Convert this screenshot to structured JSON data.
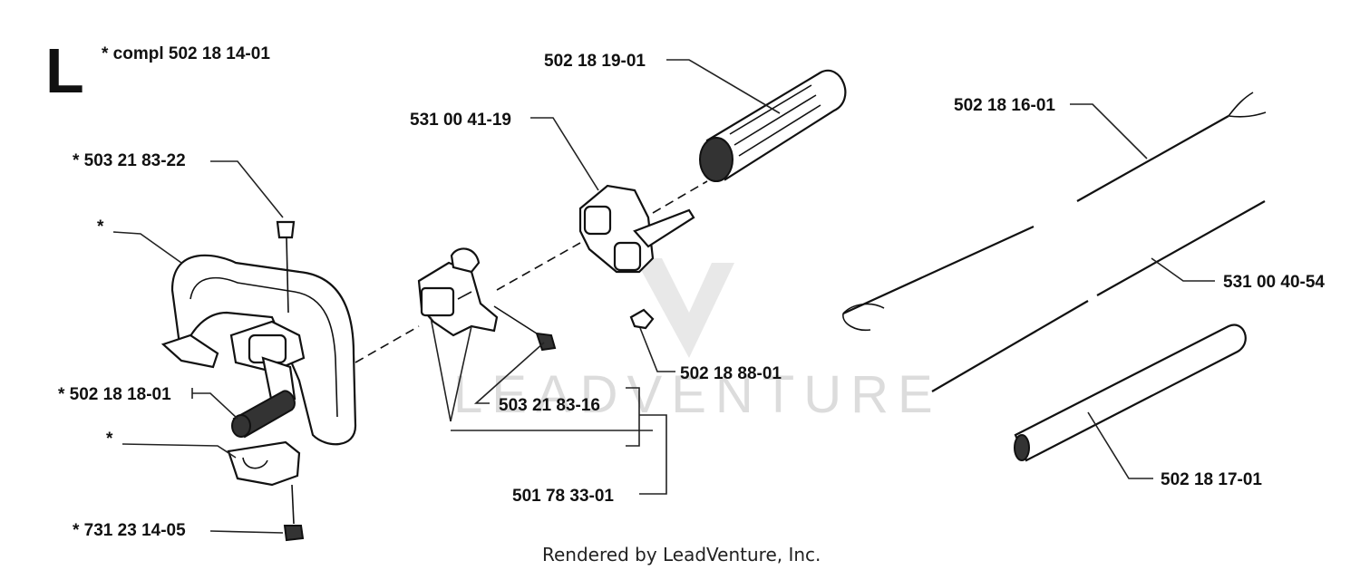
{
  "section_letter": "L",
  "footer": "Rendered by LeadVenture, Inc.",
  "watermark": "LEADVENTURE",
  "labels": {
    "compl": "* compl 502 18 14-01",
    "p_503_21_83_22": "* 503 21 83-22",
    "p_handle_star": "*",
    "p_502_18_18_01": "* 502 18 18-01",
    "p_clamp_star": "*",
    "p_731_23_14_05": "* 731 23 14-05",
    "p_531_00_41_19": "531 00 41-19",
    "p_502_18_19_01": "502 18 19-01",
    "p_502_18_88_01": "502 18 88-01",
    "p_503_21_83_16": "503 21 83-16",
    "p_501_78_33_01": "501 78 33-01",
    "p_502_18_16_01": "502 18 16-01",
    "p_531_00_40_54": "531 00 40-54",
    "p_502_18_17_01": "502 18 17-01"
  }
}
